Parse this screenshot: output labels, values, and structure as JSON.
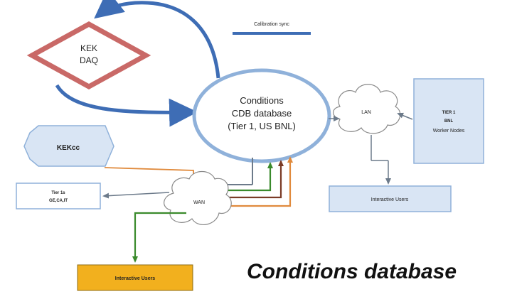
{
  "legend": {
    "label": "Calibration sync",
    "color": "#3e6db5"
  },
  "nodes": {
    "kek_daq": {
      "line1": "KEK",
      "line2": "DAQ"
    },
    "conditions_db": {
      "line1": "Conditions",
      "line2": "CDB database",
      "line3": "(Tier 1, US BNL)"
    },
    "lan": {
      "label": "LAN"
    },
    "tier1_bnl": {
      "line1": "TIER 1",
      "line2": "BNL",
      "line3": "Worker Nodes"
    },
    "kekcc": {
      "label": "KEKcc"
    },
    "tier1s": {
      "line1": "Tier 1s",
      "line2": "GE,CA,IT"
    },
    "wan": {
      "label": "WAN"
    },
    "interactive_users_bnl": {
      "label": "Interactive Users"
    },
    "interactive_users_wan": {
      "label": "Interactive Users"
    }
  },
  "title": "Conditions database",
  "colors": {
    "blue_arrow": "#3e6db5",
    "diamond_border": "#c0504d",
    "box_fill": "#d9e5f4",
    "box_border": "#8fb1da",
    "orange_box": "#f2b01e",
    "green_line": "#3a8a2c",
    "brown_line": "#7a3b26",
    "orange_line": "#e08a3c",
    "gray_line": "#6c7a8a"
  }
}
